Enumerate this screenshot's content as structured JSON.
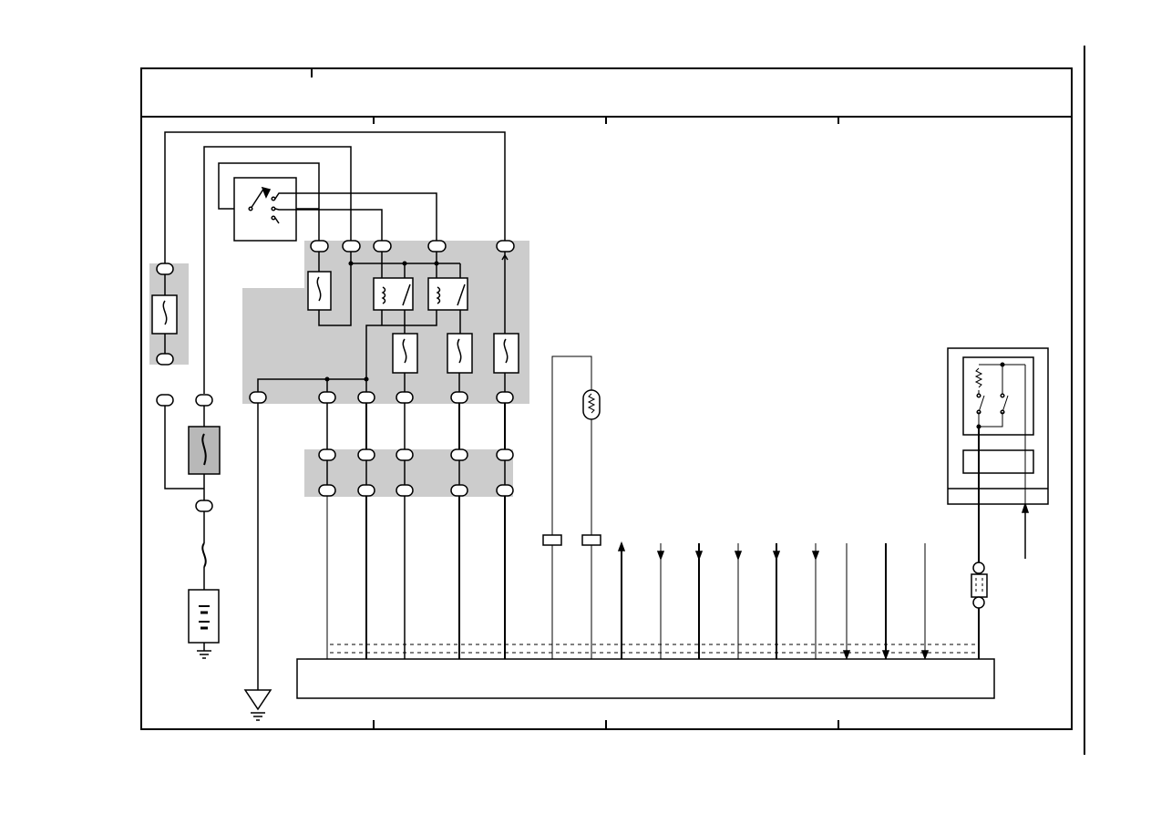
{
  "diagram": {
    "kind": "wiring-schematic",
    "text_labels": [],
    "colors": {
      "line": "#000000",
      "shaded_block": "#cccccc",
      "fuse_fill_dark": "#b8b8b8",
      "background": "#ffffff"
    },
    "components": [
      "ignition-switch",
      "main-fuse",
      "fusible-link",
      "battery",
      "relay-1",
      "relay-2",
      "fuse-block",
      "connector-row",
      "engine-control-module",
      "temperature-sensor",
      "instrument-cluster",
      "ground"
    ],
    "icons": [
      "ground-icon",
      "battery-icon",
      "fuse-icon",
      "relay-icon",
      "switch-icon",
      "thermistor-icon"
    ]
  }
}
